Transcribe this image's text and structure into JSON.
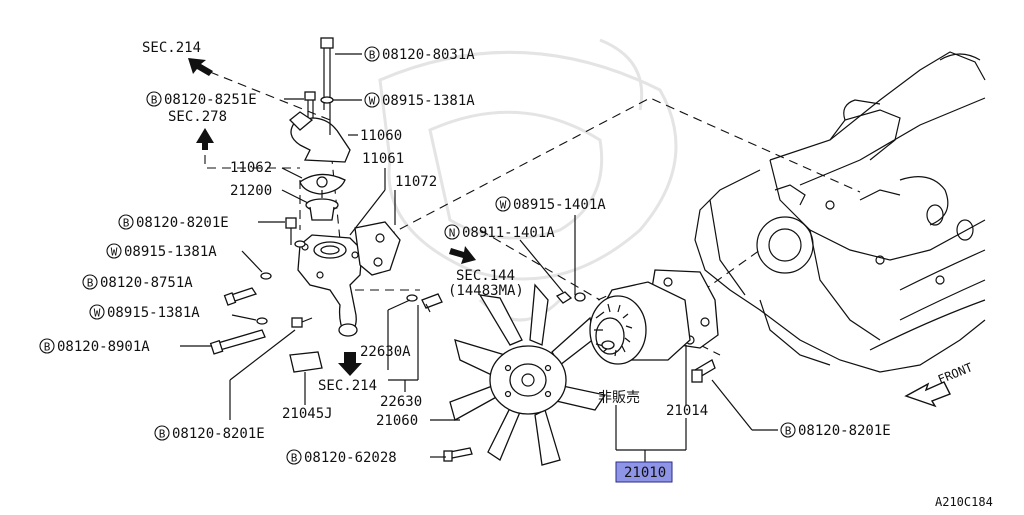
{
  "diagram": {
    "labels": {
      "sec214_top": "SEC.214",
      "bolt_8031a": "08120-8031A",
      "bolt_8251e": "08120-8251E",
      "washer_1381a_top": "08915-1381A",
      "sec278": "SEC.278",
      "p11060": "11060",
      "p11062": "11062",
      "p11061": "11061",
      "p21200": "21200",
      "p11072": "11072",
      "bolt_8201e_left": "08120-8201E",
      "washer_1381a_mid": "08915-1381A",
      "bolt_8751a": "08120-8751A",
      "washer_1381a_low": "08915-1381A",
      "bolt_8901a": "08120-8901A",
      "washer_1401a": "08915-1401A",
      "nut_1401a": "08911-1401A",
      "sec144": "SEC.144",
      "sec144_code": "(14483MA)",
      "p22630a": "22630A",
      "sec214_bottom": "SEC.214",
      "p22630": "22630",
      "p21045j": "21045J",
      "p21060": "21060",
      "bolt_8201e_bottom": "08120-8201E",
      "bolt_62028": "08120-62028",
      "not_for_sale": "非販売",
      "p21014": "21014",
      "p21010": "21010",
      "bolt_8201e_right": "08120-8201E",
      "front": "FRONT",
      "diagram_code": "A210C184"
    },
    "markers": {
      "bolt": "B",
      "washer": "W",
      "nut": "N"
    },
    "highlight_color": "#8f95e6"
  }
}
